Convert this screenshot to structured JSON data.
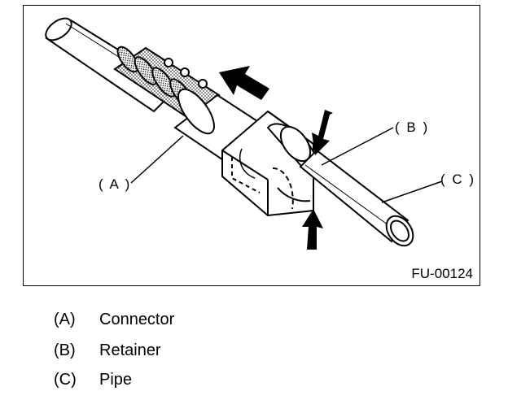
{
  "figure": {
    "code": "FU-00124",
    "callouts": {
      "a": "( A )",
      "b": "( B )",
      "c": "( C )"
    }
  },
  "legend": [
    {
      "key": "(A)",
      "label": "Connector"
    },
    {
      "key": "(B)",
      "label": "Retainer"
    },
    {
      "key": "(C)",
      "label": "Pipe"
    }
  ]
}
